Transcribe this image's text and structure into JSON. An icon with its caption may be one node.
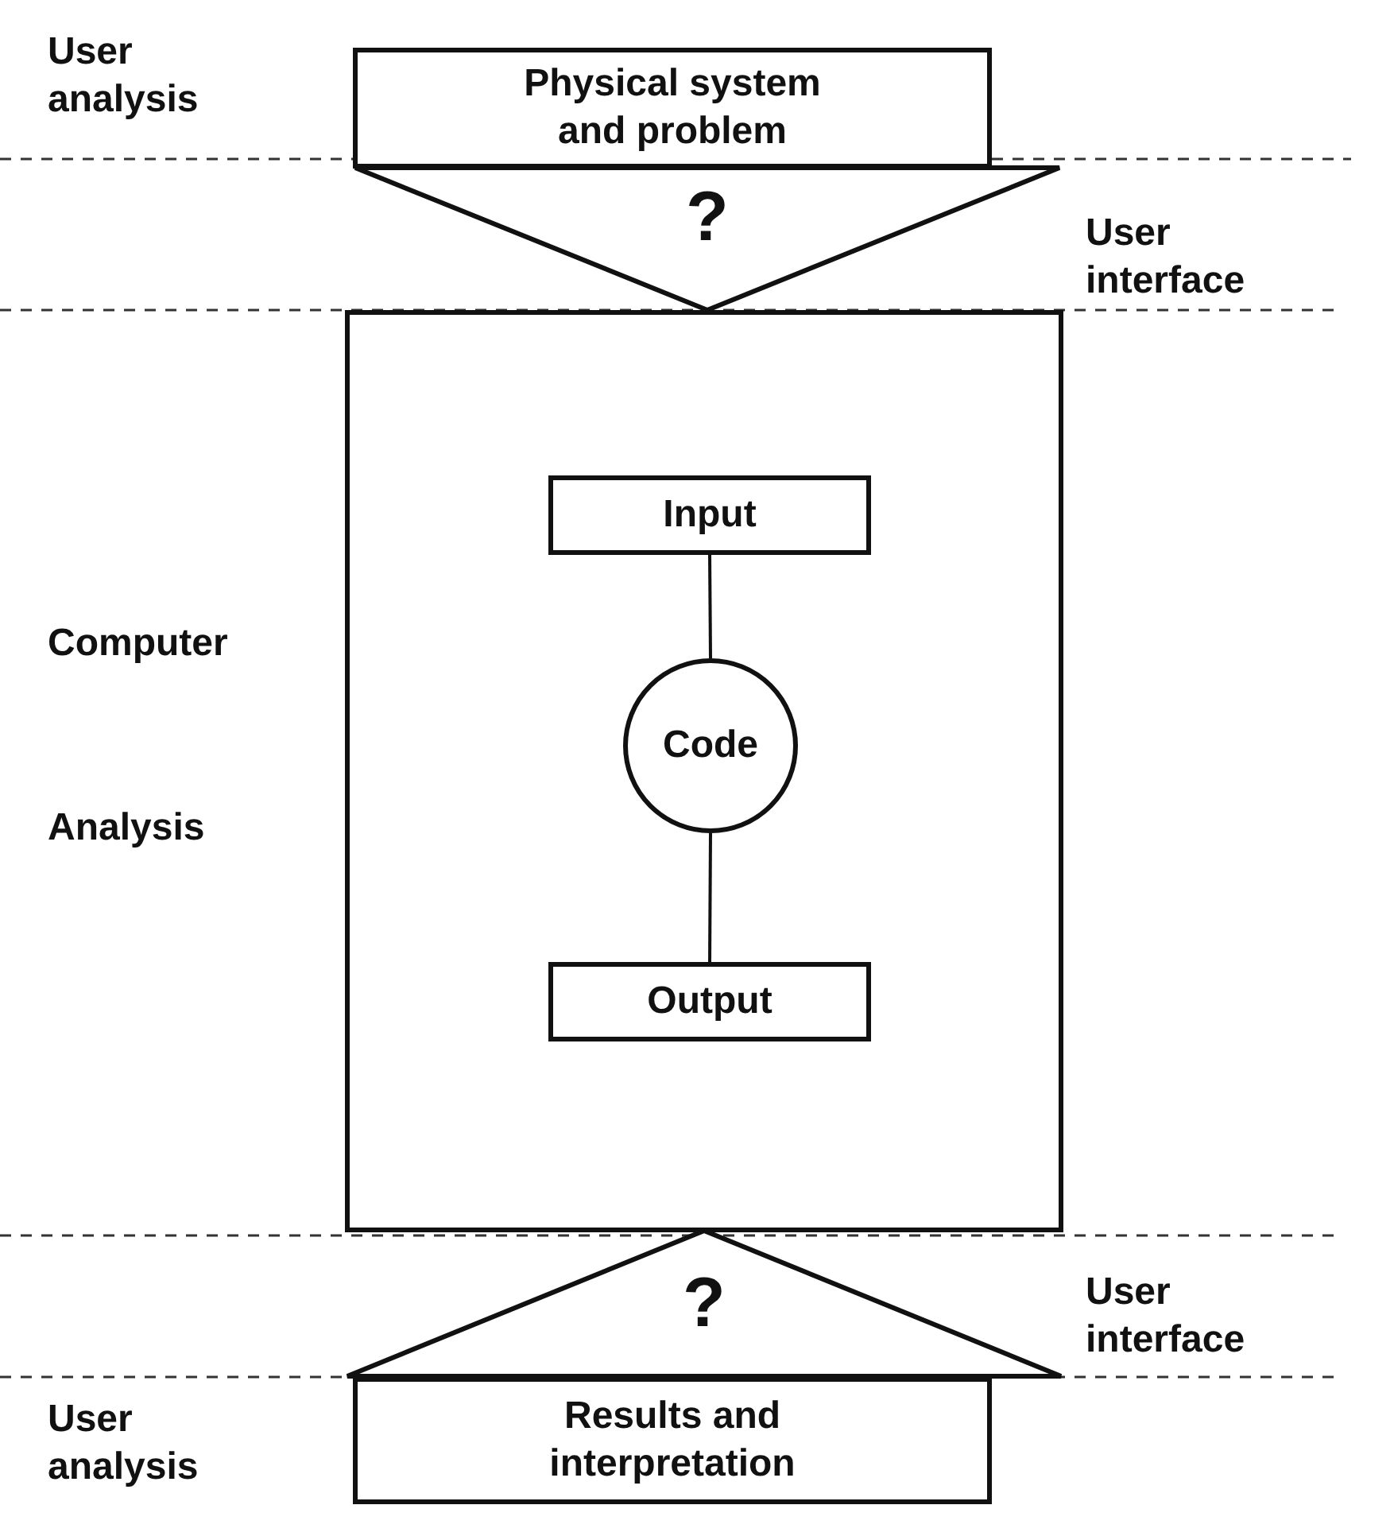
{
  "diagram": {
    "nodes": [
      {
        "text": [
          "Physical system and problem"
        ]
      },
      {
        "text": [
          "?"
        ]
      },
      {
        "text": [],
        "shape": "box"
      },
      {
        "text": [
          "Input"
        ],
        "in": 2
      },
      {
        "text": [
          "Code"
        ],
        "in": 2
      },
      {
        "text": [
          "Output"
        ],
        "in": 2
      },
      {
        "text": [
          "?"
        ]
      },
      {
        "text": [
          "Results and interpretation"
        ]
      }
    ],
    "edges": [
      {
        "from": 3,
        "to": 4,
        "arrow": "none"
      },
      {
        "from": 4,
        "to": 5,
        "arrow": "none"
      }
    ],
    "labels": [
      "User analysis",
      "User interface",
      "Computer",
      "Analysis",
      "User interface",
      "User analysis"
    ]
  }
}
